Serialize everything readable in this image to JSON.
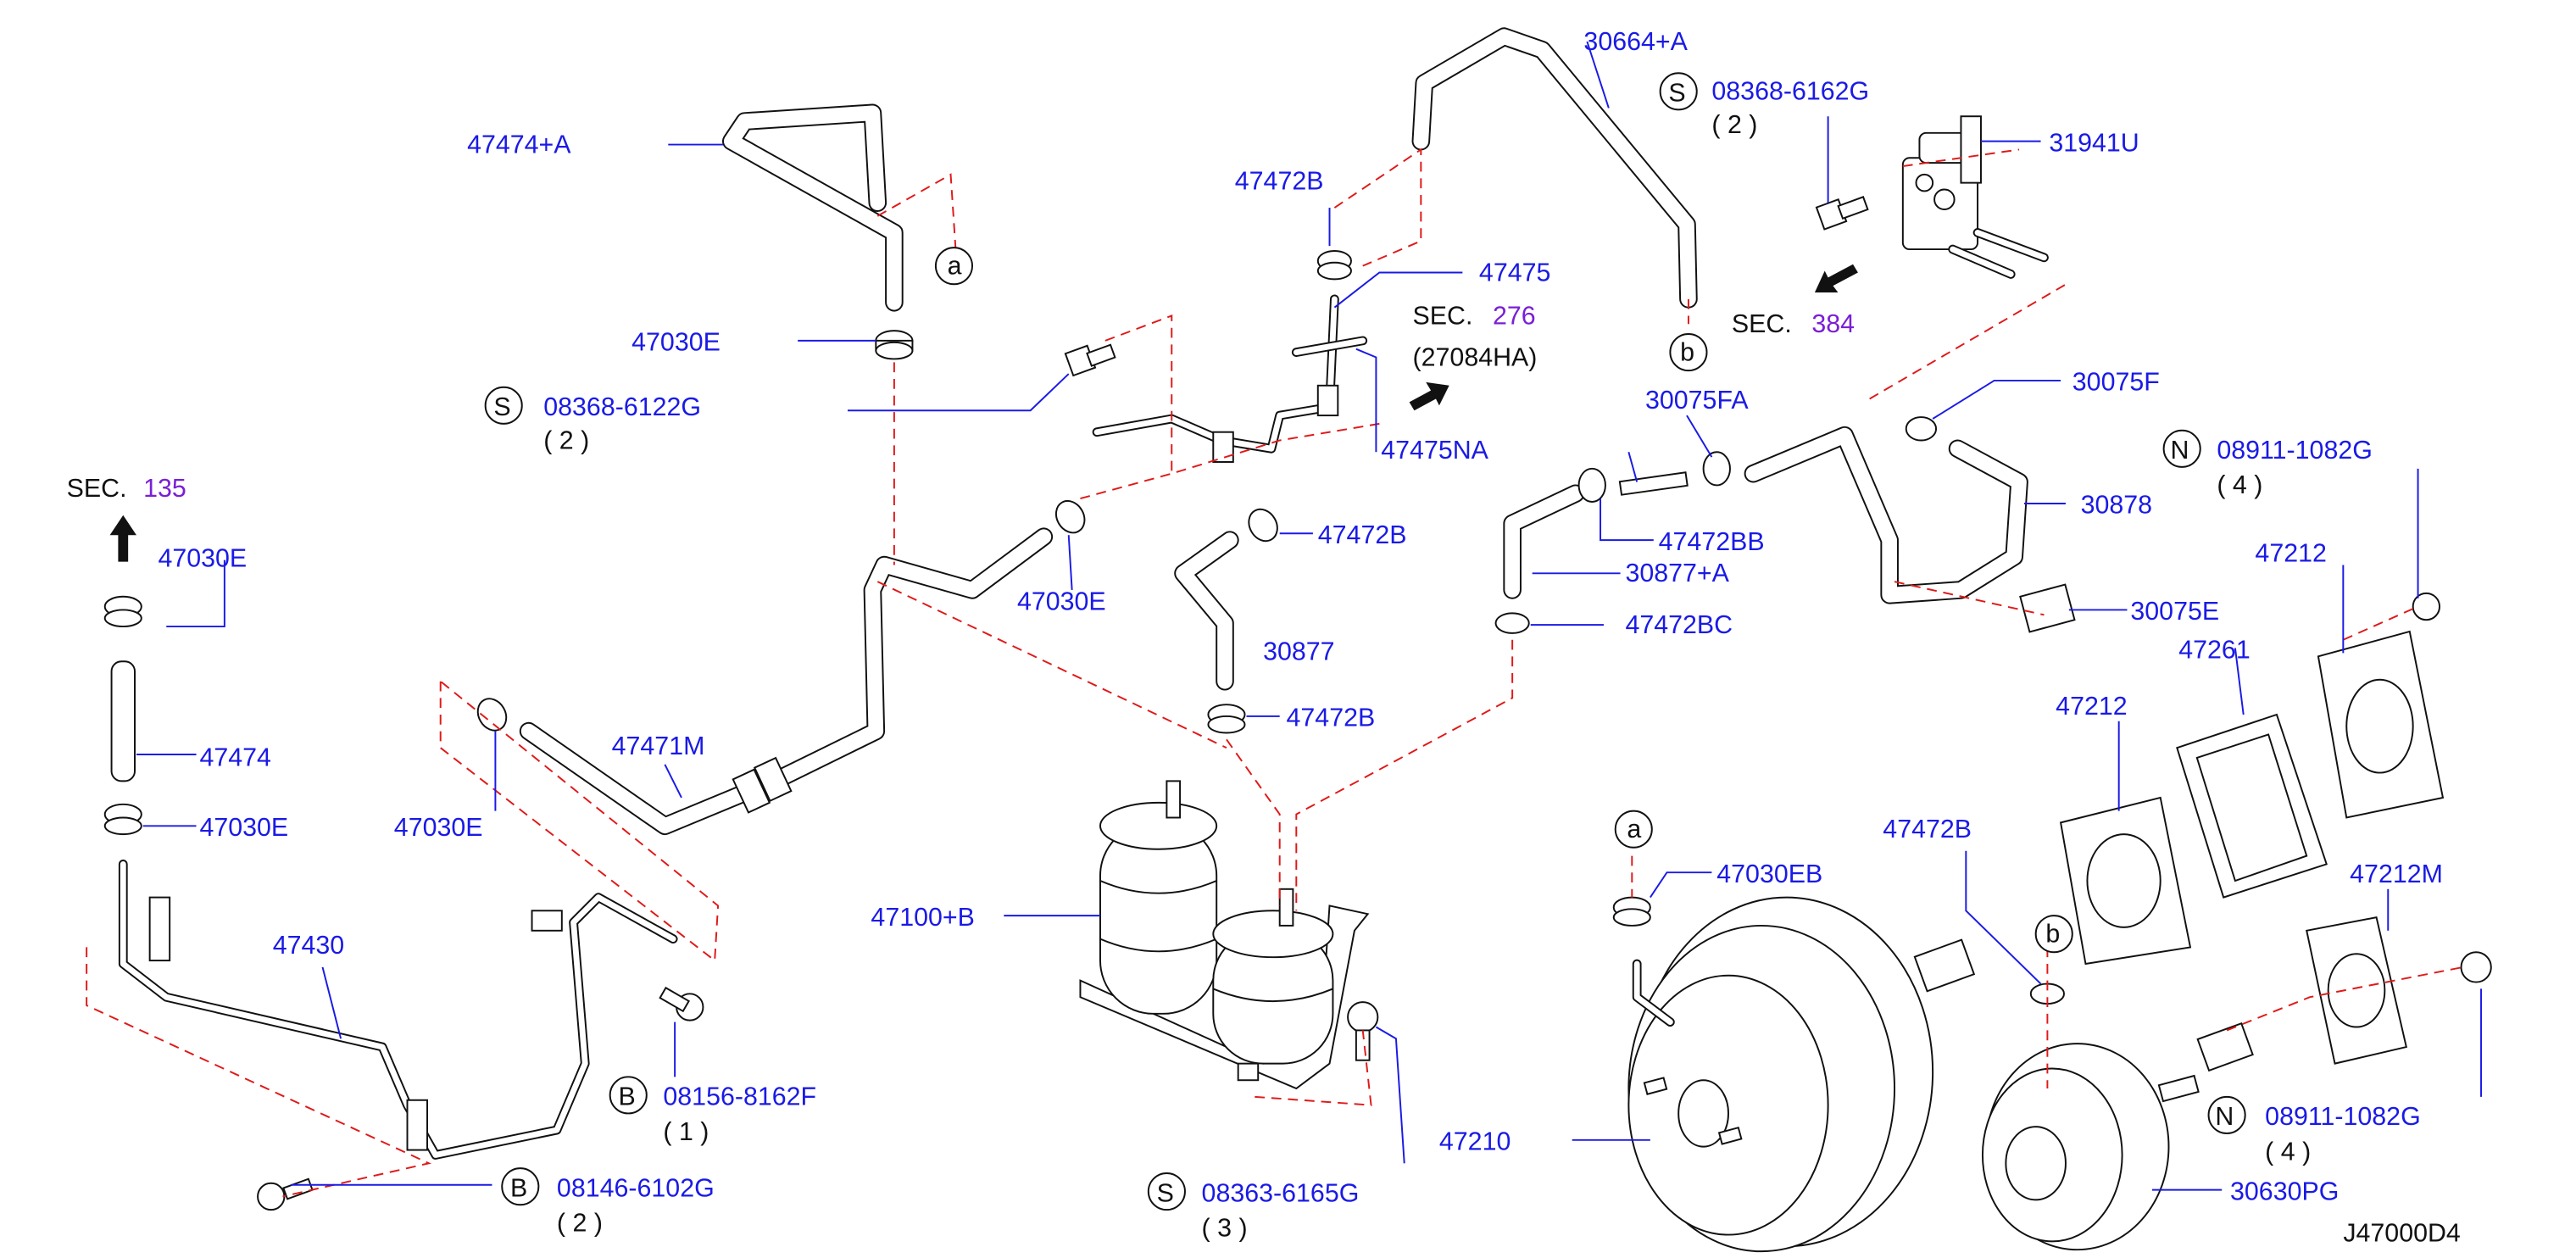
{
  "diagram_id": "J47000D4",
  "part_labels": {
    "p30664A": "30664+A",
    "p08368_6162G": "08368-6162G",
    "p08368_6162G_qty": "( 2 )",
    "p31941U": "31941U",
    "p47474A": "47474+A",
    "p47472B_top": "47472B",
    "p47475": "47475",
    "p47030E_top": "47030E",
    "p08368_6122G": "08368-6122G",
    "p08368_6122G_qty": "( 2 )",
    "p47475NA": "47475NA",
    "p30075FA": "30075FA",
    "p30075F": "30075F",
    "p08911_1082G_top": "08911-1082G",
    "p08911_1082G_top_qty": "( 4 )",
    "p30878": "30878",
    "p47030E_left": "47030E",
    "p47472B_mid": "47472B",
    "p47472BB": "47472BB",
    "p30877A": "30877+A",
    "p47212_top": "47212",
    "p47030E_mid": "47030E",
    "p30877": "30877",
    "p47472BC": "47472BC",
    "p30075E": "30075E",
    "p47261": "47261",
    "p47474": "47474",
    "p47471M": "47471M",
    "p47472B_low": "47472B",
    "p47212_mid": "47212",
    "p47030E_lowleft": "47030E",
    "p47030E_low": "47030E",
    "p47472B_right": "47472B",
    "p47030EB": "47030EB",
    "p47212M": "47212M",
    "p47100B": "47100+B",
    "p47430": "47430",
    "p08156_8162F": "08156-8162F",
    "p08156_8162F_qty": "( 1 )",
    "p08911_1082G_low": "08911-1082G",
    "p08911_1082G_low_qty": "( 4 )",
    "p47210": "47210",
    "p08146_6102G": "08146-6102G",
    "p08146_6102G_qty": "( 2 )",
    "p08363_6165G": "08363-6165G",
    "p08363_6165G_qty": "( 3 )",
    "p30630PG": "30630PG"
  },
  "section_refs": {
    "sec_word": "SEC.",
    "sec135": "135",
    "sec276": "276",
    "sec276_sub": "(27084HA)",
    "sec384": "384"
  },
  "fastener_symbols": {
    "s": "S",
    "b": "B",
    "n": "N"
  },
  "connection_markers": {
    "a": "a",
    "b": "b"
  },
  "colors": {
    "part_number": "#1a1ae6",
    "section_number": "#7a1fd6",
    "connection_line": "#e01919",
    "drawing": "#111111"
  }
}
